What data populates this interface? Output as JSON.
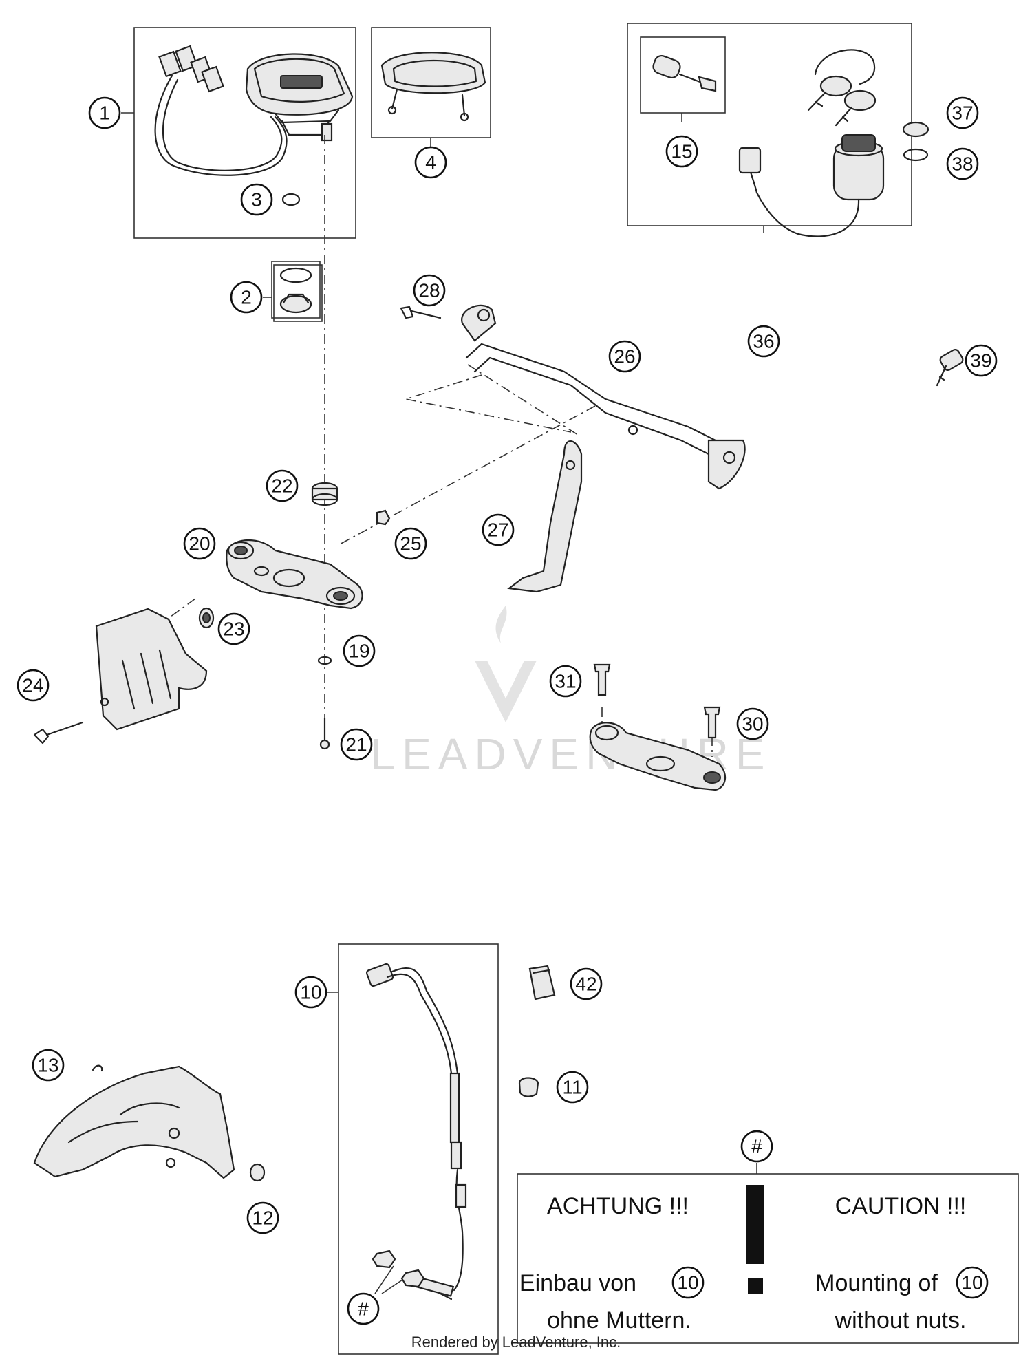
{
  "callouts": [
    {
      "id": "1",
      "label": "1"
    },
    {
      "id": "2",
      "label": "2"
    },
    {
      "id": "3",
      "label": "3"
    },
    {
      "id": "4",
      "label": "4"
    },
    {
      "id": "10",
      "label": "10"
    },
    {
      "id": "11",
      "label": "11"
    },
    {
      "id": "12",
      "label": "12"
    },
    {
      "id": "13",
      "label": "13"
    },
    {
      "id": "15",
      "label": "15"
    },
    {
      "id": "19",
      "label": "19"
    },
    {
      "id": "20",
      "label": "20"
    },
    {
      "id": "21",
      "label": "21"
    },
    {
      "id": "22",
      "label": "22"
    },
    {
      "id": "23",
      "label": "23"
    },
    {
      "id": "24",
      "label": "24"
    },
    {
      "id": "25",
      "label": "25"
    },
    {
      "id": "26",
      "label": "26"
    },
    {
      "id": "27",
      "label": "27"
    },
    {
      "id": "28",
      "label": "28"
    },
    {
      "id": "30",
      "label": "30"
    },
    {
      "id": "31",
      "label": "31"
    },
    {
      "id": "36",
      "label": "36"
    },
    {
      "id": "37",
      "label": "37"
    },
    {
      "id": "38",
      "label": "38"
    },
    {
      "id": "39",
      "label": "39"
    },
    {
      "id": "42",
      "label": "42"
    },
    {
      "id": "hash-nuts",
      "label": "#"
    },
    {
      "id": "hash-notice",
      "label": "#"
    }
  ],
  "notice": {
    "de_heading": "ACHTUNG !!!",
    "de_line1": "Einbau von",
    "de_ref": "10",
    "de_line2": "ohne Muttern.",
    "en_heading": "CAUTION !!!",
    "en_line1": "Mounting of",
    "en_ref": "10",
    "en_line2": "without nuts."
  },
  "watermark": "LEADVENTURE",
  "footer": "Rendered by LeadVenture, Inc."
}
